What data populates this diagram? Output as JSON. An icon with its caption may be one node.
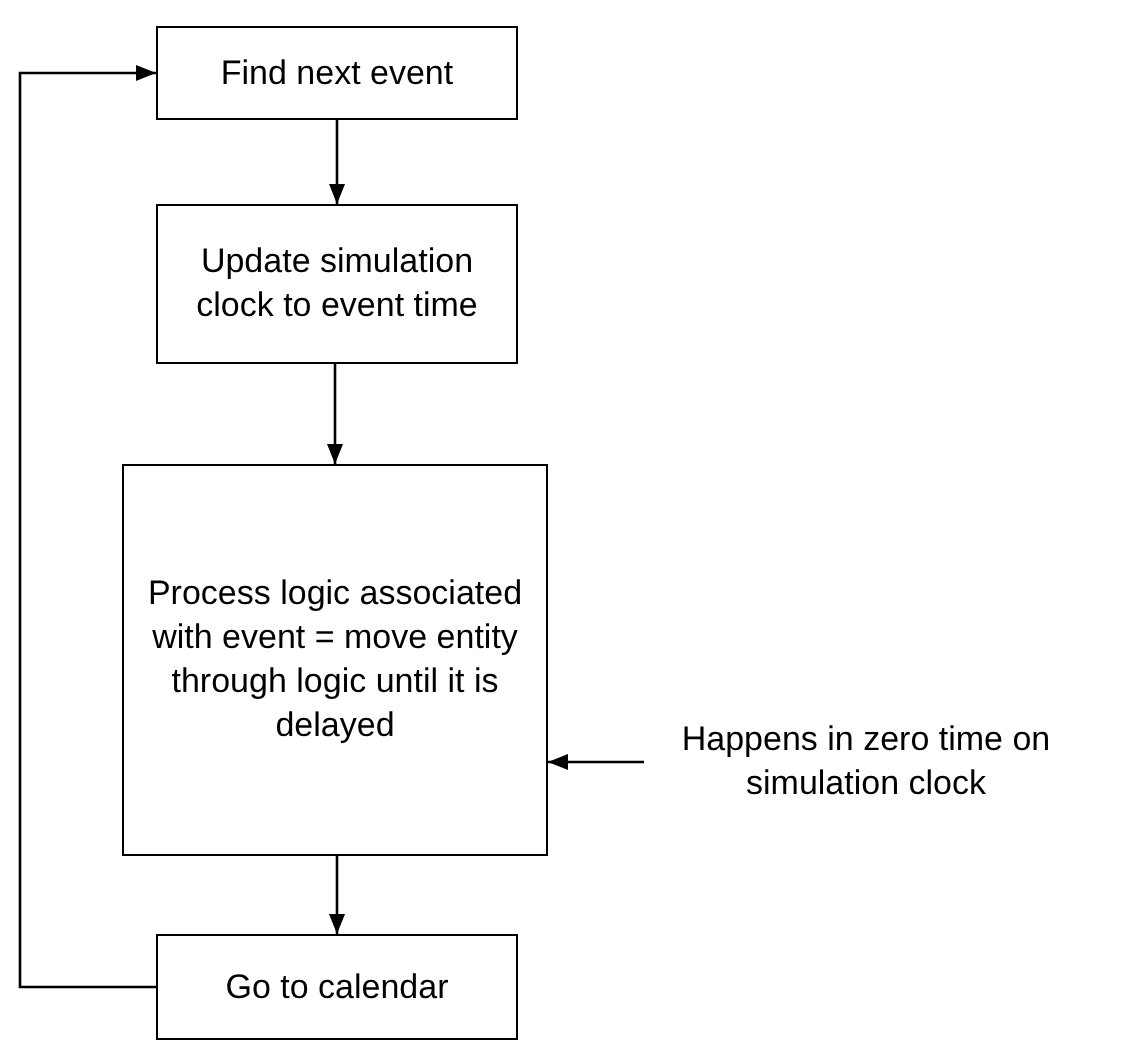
{
  "diagram": {
    "nodes": [
      {
        "text": [
          "Find next event"
        ]
      },
      {
        "text": [
          "Update simulation clock to event time"
        ]
      },
      {
        "text": [
          "Process logic associated with event = move entity through logic until it is delayed"
        ]
      },
      {
        "text": [
          "Go to calendar"
        ]
      },
      {
        "text": [
          "Happens in zero time on simulation clock"
        ]
      }
    ],
    "edges": [
      {
        "from": 0,
        "to": 1,
        "arrow": "to"
      },
      {
        "from": 1,
        "to": 2,
        "arrow": "to"
      },
      {
        "from": 2,
        "to": 3,
        "arrow": "to"
      },
      {
        "from": 3,
        "to": 0,
        "arrow": "to"
      },
      {
        "from": 4,
        "to": 2,
        "arrow": "to"
      }
    ]
  }
}
